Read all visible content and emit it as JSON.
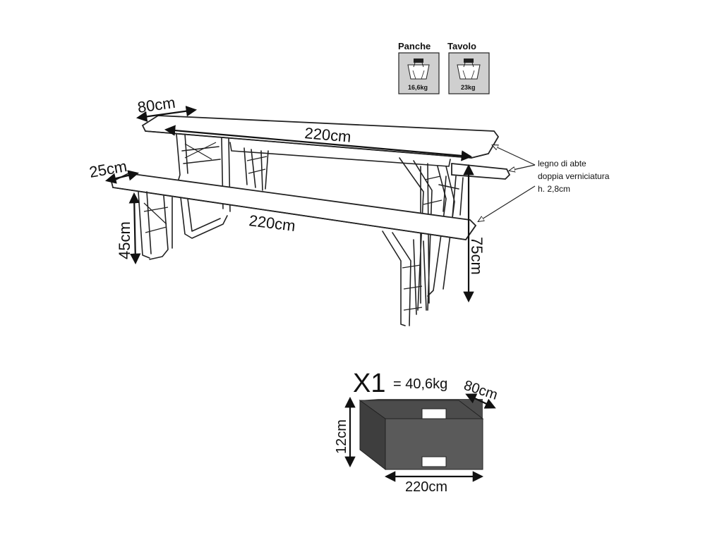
{
  "weights": {
    "panche": {
      "label": "Panche",
      "value": "16,6kg"
    },
    "tavolo": {
      "label": "Tavolo",
      "value": "23kg"
    }
  },
  "dimensions": {
    "table_depth": "80cm",
    "table_length": "220cm",
    "bench_depth": "25cm",
    "bench_length": "220cm",
    "bench_height": "45cm",
    "table_height": "75cm"
  },
  "material_note": [
    "legno di abte",
    "doppia verniciatura",
    "h. 2,8cm"
  ],
  "package": {
    "quantity": "X1",
    "weight": "= 40,6kg",
    "depth": "80cm",
    "height": "12cm",
    "length": "220cm"
  },
  "colors": {
    "box_face": "#5a5a5a",
    "box_side": "#3e3e3e",
    "box_top": "#4c4c4c",
    "weight_tile": "#cfcfcf"
  }
}
